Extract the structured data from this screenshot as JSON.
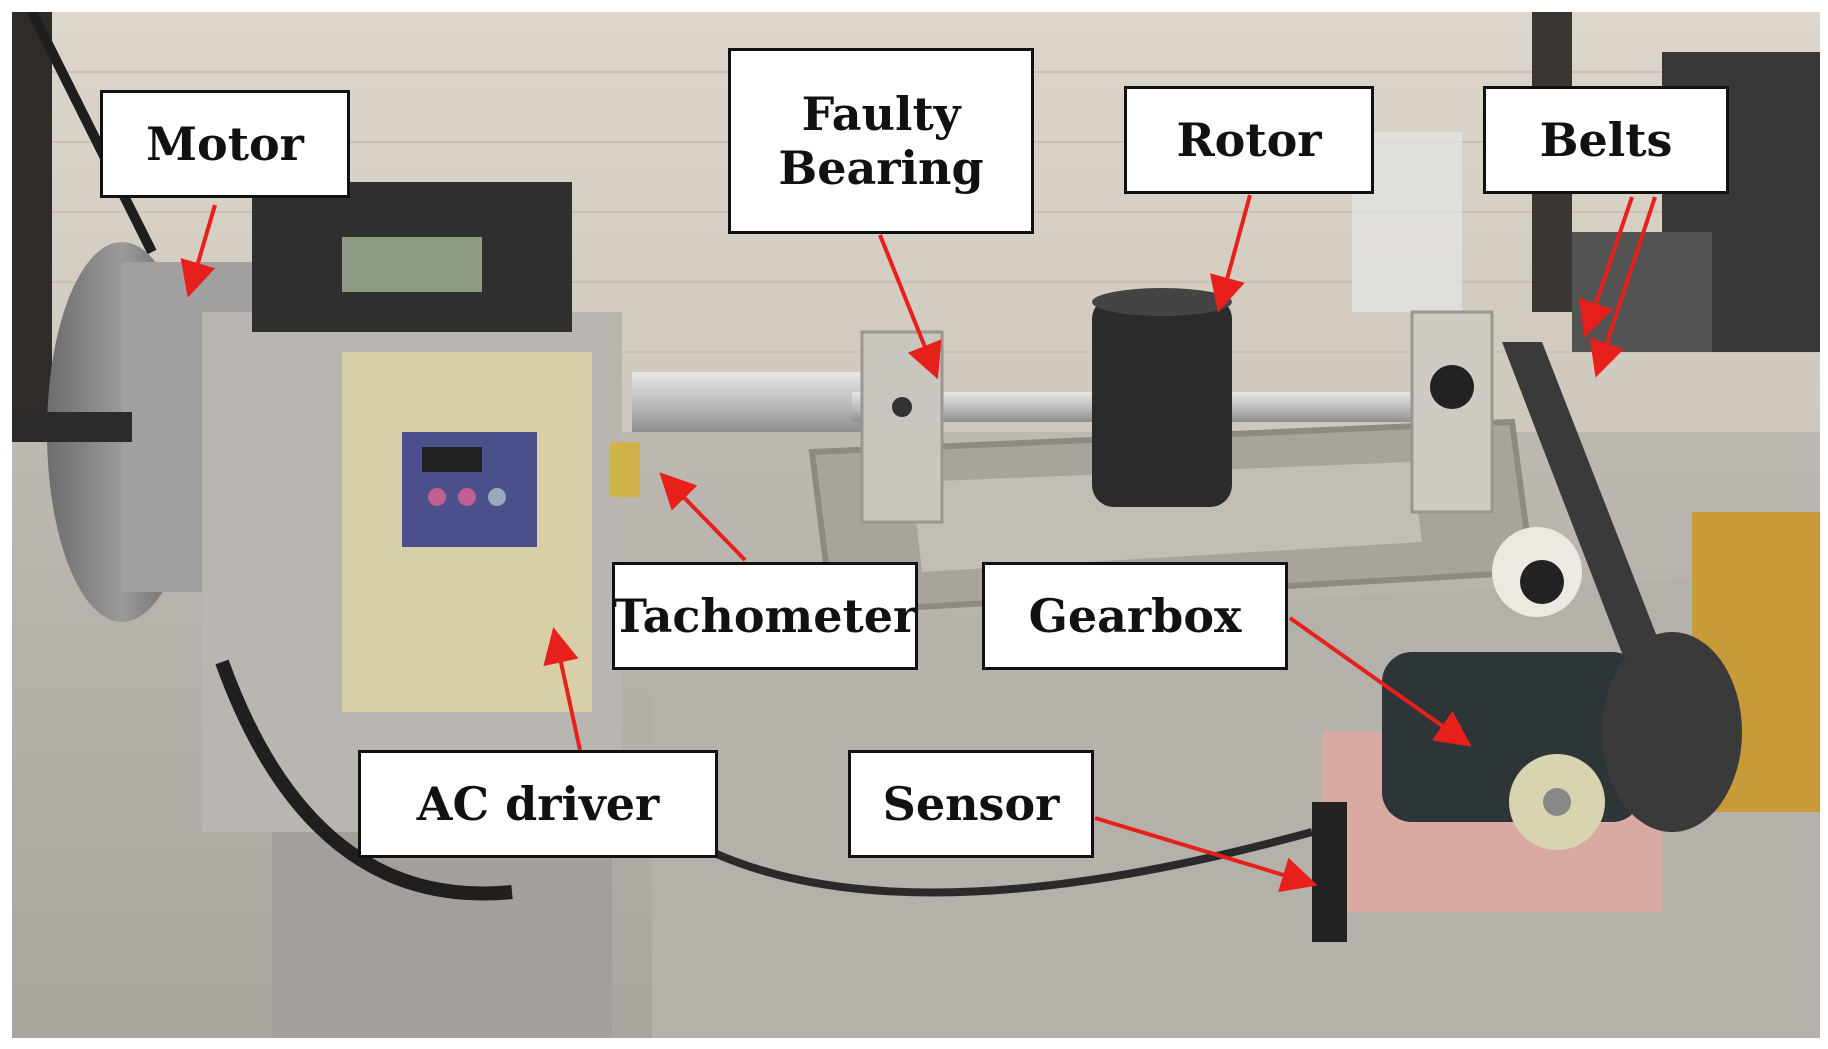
{
  "labels": {
    "motor": "Motor",
    "faulty_bearing_line1": "Faulty",
    "faulty_bearing_line2": "Bearing",
    "rotor": "Rotor",
    "belts": "Belts",
    "tachometer": "Tachometer",
    "gearbox": "Gearbox",
    "ac_driver": "AC driver",
    "sensor": "Sensor"
  },
  "colors": {
    "arrow": "#e8201c",
    "label_border": "#111111",
    "label_background": "#ffffff"
  }
}
